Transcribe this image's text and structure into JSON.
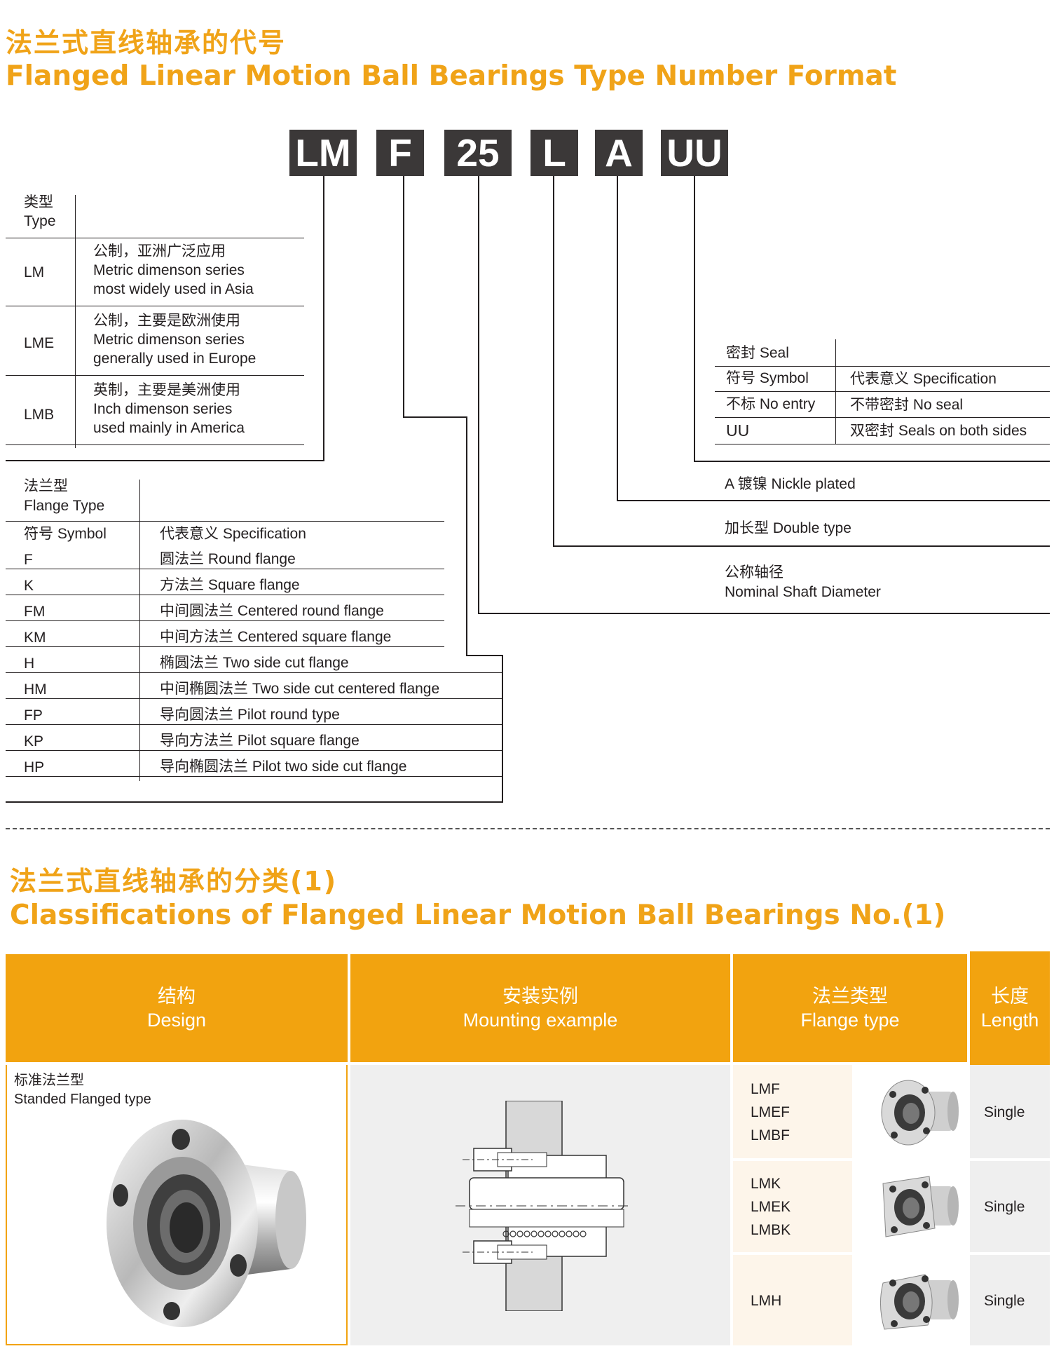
{
  "section1": {
    "title_cn": "法兰式直线轴承的代号",
    "title_en": "Flanged Linear Motion Ball Bearings Type Number Format"
  },
  "code": [
    "LM",
    "F",
    "25",
    "L",
    "A",
    "UU"
  ],
  "type_table": {
    "header_cn": "类型",
    "header_en": "Type",
    "rows": [
      {
        "code": "LM",
        "cn": "公制，亚洲广泛应用",
        "en1": "Metric dimenson series",
        "en2": "most widely used in Asia"
      },
      {
        "code": "LME",
        "cn": "公制，主要是欧洲使用",
        "en1": "Metric dimenson series",
        "en2": "generally used in Europe"
      },
      {
        "code": "LMB",
        "cn": "英制，主要是美洲使用",
        "en1": "Inch dimenson series",
        "en2": "used mainly in America"
      }
    ]
  },
  "flange_table": {
    "header_cn": "法兰型",
    "header_en": "Flange Type",
    "col1": "符号 Symbol",
    "col2": "代表意义 Specification",
    "rows": [
      {
        "sym": "F",
        "spec": "圆法兰 Round flange"
      },
      {
        "sym": "K",
        "spec": "方法兰 Square flange"
      },
      {
        "sym": "FM",
        "spec": "中间圆法兰 Centered round flange"
      },
      {
        "sym": "KM",
        "spec": "中间方法兰 Centered square flange"
      },
      {
        "sym": "H",
        "spec": "椭圆法兰 Two side cut flange"
      },
      {
        "sym": "HM",
        "spec": "中间椭圆法兰 Two side cut centered flange"
      },
      {
        "sym": "FP",
        "spec": "导向圆法兰 Pilot round type"
      },
      {
        "sym": "KP",
        "spec": "导向方法兰 Pilot square flange"
      },
      {
        "sym": "HP",
        "spec": "导向椭圆法兰 Pilot two side cut flange"
      }
    ]
  },
  "seal_table": {
    "header": "密封 Seal",
    "col1": "符号 Symbol",
    "col2": "代表意义 Specification",
    "rows": [
      {
        "sym": "不标 No entry",
        "spec": "不带密封 No seal"
      },
      {
        "sym": "UU",
        "spec": "双密封 Seals on both sides"
      }
    ]
  },
  "labels": {
    "a": "A  镀镍  Nickle plated",
    "l": "加长型 Double type",
    "size_cn": "公称轴径",
    "size_en": "Nominal Shaft Diameter"
  },
  "section2": {
    "title_cn": "法兰式直线轴承的分类(1)",
    "title_en": "Classifications of Flanged Linear Motion Ball Bearings No.(1)"
  },
  "class_table": {
    "headers": [
      {
        "cn": "结构",
        "en": "Design"
      },
      {
        "cn": "安装实例",
        "en": "Mounting example"
      },
      {
        "cn": "法兰类型",
        "en": "Flange type"
      },
      {
        "cn": "长度",
        "en": "Length"
      }
    ],
    "design_cn": "标准法兰型",
    "design_en": "Standed Flanged type",
    "rows": [
      {
        "types": [
          "LMF",
          "LMEF",
          "LMBF"
        ],
        "length": "Single"
      },
      {
        "types": [
          "LMK",
          "LMEK",
          "LMBK"
        ],
        "length": "Single"
      },
      {
        "types": [
          "LMH"
        ],
        "length": "Single"
      }
    ]
  },
  "colors": {
    "accent": "#f2a30f",
    "code_box": "#3b3838",
    "cell_tint": "#fdf5ea",
    "cell_grey": "#efefef"
  }
}
